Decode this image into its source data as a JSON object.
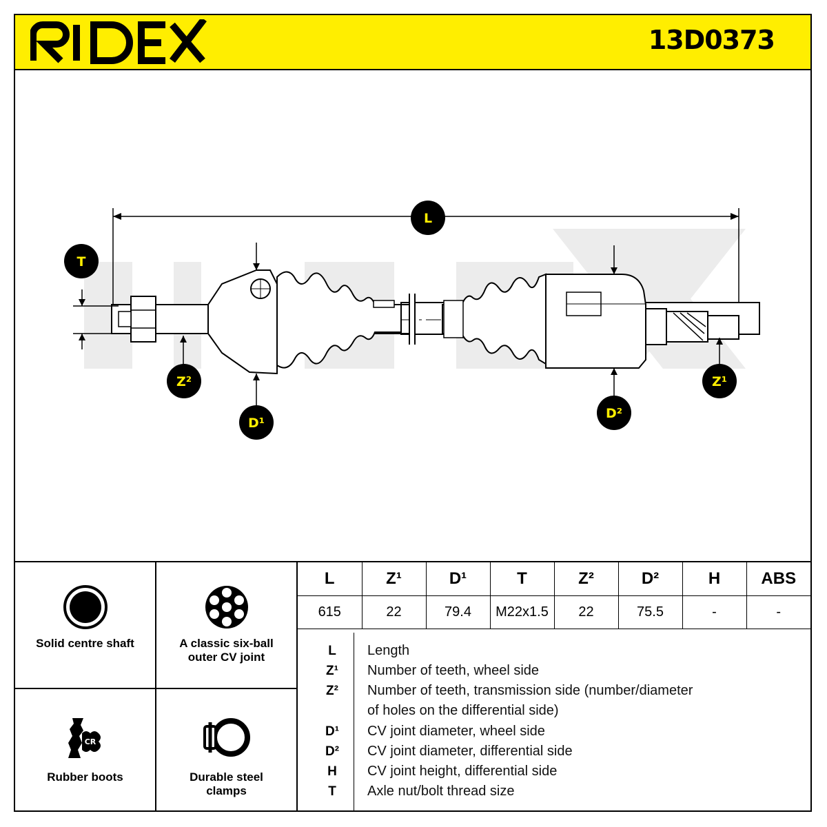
{
  "header": {
    "brand": "RIDEX",
    "part_number": "13D0373",
    "accent_color": "#ffee00"
  },
  "drawing": {
    "labels": {
      "L": "L",
      "T": "T",
      "Z2": "Z²",
      "D1": "D¹",
      "D2": "D²",
      "Z1": "Z¹"
    }
  },
  "features": [
    {
      "icon": "solid-circle-icon",
      "label": "Solid centre shaft"
    },
    {
      "icon": "six-ball-joint-icon",
      "label": "A classic six-ball outer CV joint"
    },
    {
      "icon": "rubber-boot-cr-icon",
      "label": "Rubber boots"
    },
    {
      "icon": "steel-clamp-icon",
      "label": "Durable steel clamps"
    }
  ],
  "specs": {
    "headers": [
      "L",
      "Z¹",
      "D¹",
      "T",
      "Z²",
      "D²",
      "H",
      "ABS"
    ],
    "values": [
      "615",
      "22",
      "79.4",
      "M22x1.5",
      "22",
      "75.5",
      "-",
      "-"
    ]
  },
  "legend": [
    {
      "key": "L",
      "desc": "Length"
    },
    {
      "key": "Z¹",
      "desc": "Number of teeth, wheel side"
    },
    {
      "key": "Z²",
      "desc": "Number of teeth, transmission side (number/diameter"
    },
    {
      "key": "",
      "desc": "of holes on the differential side)"
    },
    {
      "key": "D¹",
      "desc": "CV joint diameter, wheel side"
    },
    {
      "key": "D²",
      "desc": "CV joint diameter, differential side"
    },
    {
      "key": "H",
      "desc": "CV joint height, differential side"
    },
    {
      "key": "T",
      "desc": "Axle nut/bolt thread size"
    }
  ]
}
